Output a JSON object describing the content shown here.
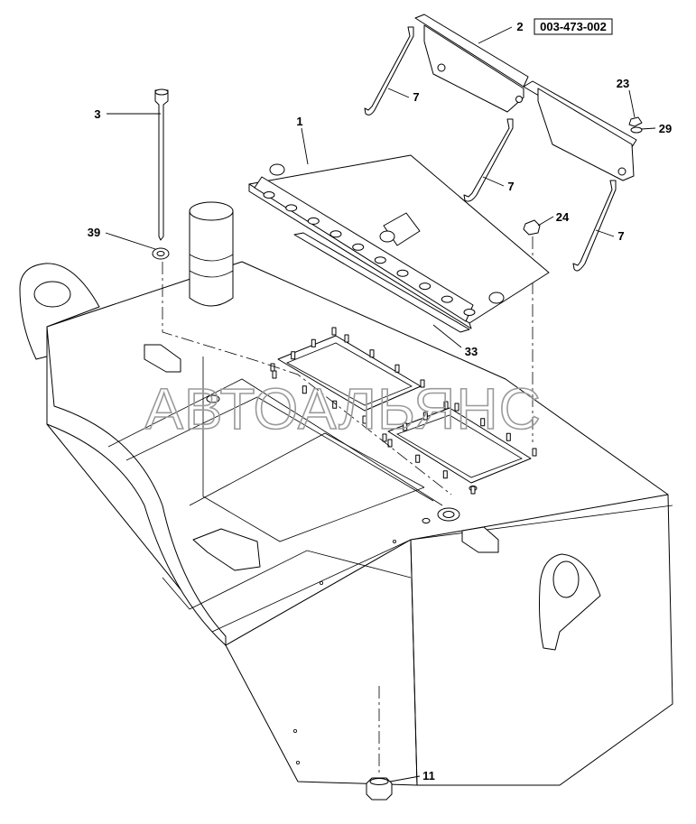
{
  "watermark": "АВТОАЛЬЯНС",
  "part_number": "003-473-002",
  "callouts": [
    "1",
    "2",
    "3",
    "7",
    "7",
    "7",
    "11",
    "23",
    "24",
    "29",
    "33",
    "39"
  ]
}
